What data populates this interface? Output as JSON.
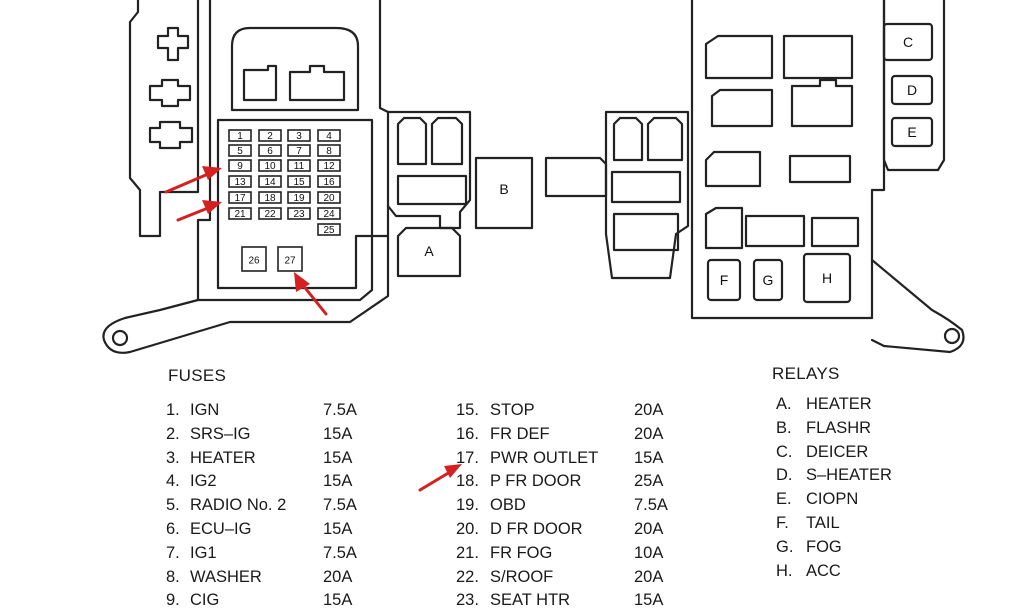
{
  "diagram": {
    "fuse_numbers": [
      "1",
      "2",
      "3",
      "4",
      "5",
      "6",
      "7",
      "8",
      "9",
      "10",
      "11",
      "12",
      "13",
      "14",
      "15",
      "16",
      "17",
      "18",
      "19",
      "20",
      "21",
      "22",
      "23",
      "24",
      "25",
      "26",
      "27"
    ],
    "relay_box_labels": [
      "A",
      "B",
      "C",
      "D",
      "E",
      "F",
      "G",
      "H"
    ],
    "colors": {
      "line": "#222222",
      "arrow": "#d42020",
      "background": "#ffffff"
    }
  },
  "fuses": {
    "title": "FUSES",
    "left": [
      {
        "num": "1.",
        "name": "IGN",
        "amp": "7.5A"
      },
      {
        "num": "2.",
        "name": "SRS–IG",
        "amp": "15A"
      },
      {
        "num": "3.",
        "name": "HEATER",
        "amp": "15A"
      },
      {
        "num": "4.",
        "name": "IG2",
        "amp": "15A"
      },
      {
        "num": "5.",
        "name": "RADIO No. 2",
        "amp": "7.5A"
      },
      {
        "num": "6.",
        "name": "ECU–IG",
        "amp": "15A"
      },
      {
        "num": "7.",
        "name": "IG1",
        "amp": "7.5A"
      },
      {
        "num": "8.",
        "name": "WASHER",
        "amp": "20A"
      },
      {
        "num": "9.",
        "name": "CIG",
        "amp": "15A"
      }
    ],
    "middle": [
      {
        "num": "15.",
        "name": "STOP",
        "amp": "20A"
      },
      {
        "num": "16.",
        "name": "FR DEF",
        "amp": "20A"
      },
      {
        "num": "17.",
        "name": "PWR OUTLET",
        "amp": "15A"
      },
      {
        "num": "18.",
        "name": "P FR DOOR",
        "amp": "25A"
      },
      {
        "num": "19.",
        "name": "OBD",
        "amp": "7.5A"
      },
      {
        "num": "20.",
        "name": "D FR DOOR",
        "amp": "20A"
      },
      {
        "num": "21.",
        "name": "FR FOG",
        "amp": "10A"
      },
      {
        "num": "22.",
        "name": "S/ROOF",
        "amp": "20A"
      },
      {
        "num": "23.",
        "name": "SEAT HTR",
        "amp": "15A"
      }
    ]
  },
  "relays": {
    "title": "RELAYS",
    "items": [
      {
        "code": "A.",
        "name": "HEATER"
      },
      {
        "code": "B.",
        "name": "FLASHR"
      },
      {
        "code": "C.",
        "name": "DEICER"
      },
      {
        "code": "D.",
        "name": "S–HEATER"
      },
      {
        "code": "E.",
        "name": "CIOPN"
      },
      {
        "code": "F.",
        "name": "TAIL"
      },
      {
        "code": "G.",
        "name": "FOG"
      },
      {
        "code": "H.",
        "name": "ACC"
      }
    ]
  }
}
